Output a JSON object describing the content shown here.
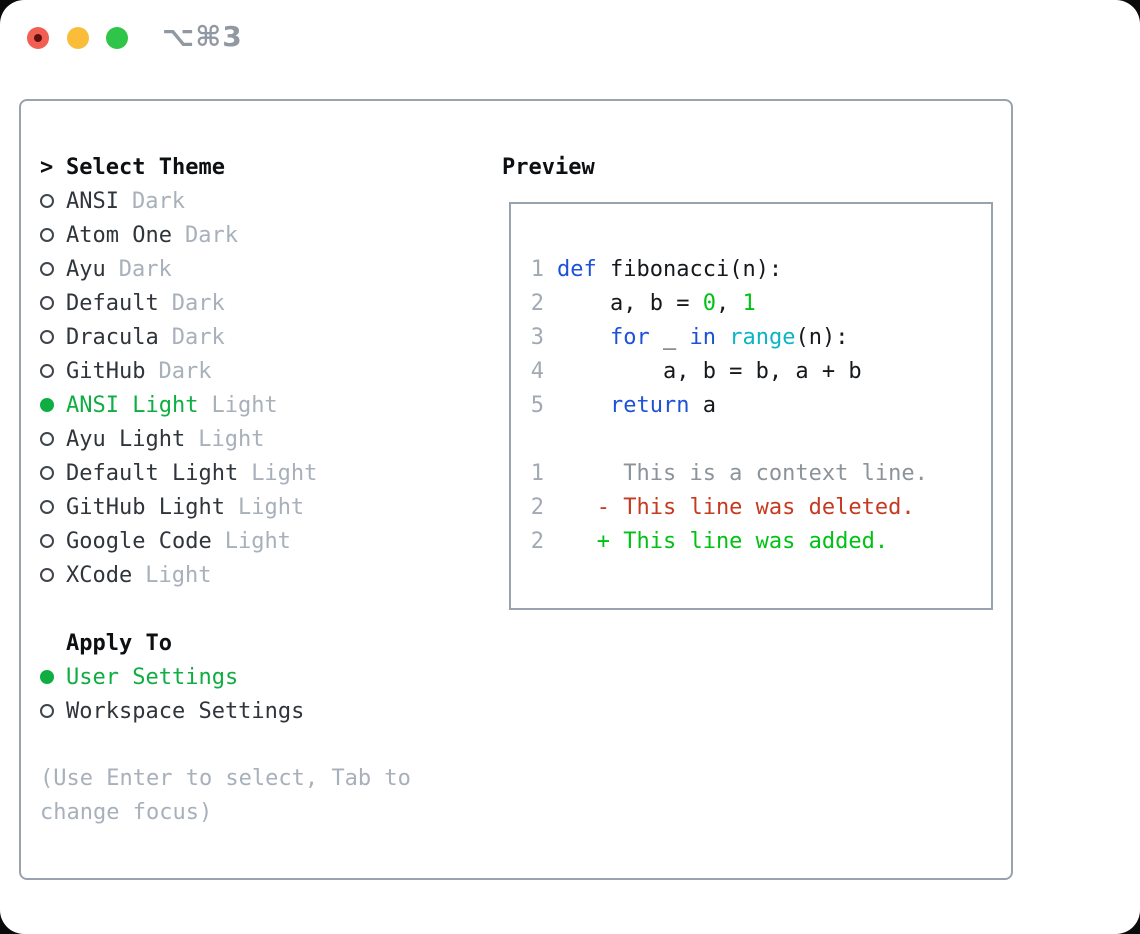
{
  "titlebar": {
    "shortcut": "⌥⌘3"
  },
  "panel": {
    "theme_section": {
      "header_prefix": ">",
      "header": "Select Theme",
      "items": [
        {
          "name": "ANSI",
          "tag": "Dark",
          "selected": false
        },
        {
          "name": "Atom One",
          "tag": "Dark",
          "selected": false
        },
        {
          "name": "Ayu",
          "tag": "Dark",
          "selected": false
        },
        {
          "name": "Default",
          "tag": "Dark",
          "selected": false
        },
        {
          "name": "Dracula",
          "tag": "Dark",
          "selected": false
        },
        {
          "name": "GitHub",
          "tag": "Dark",
          "selected": false
        },
        {
          "name": "ANSI Light",
          "tag": "Light",
          "selected": true
        },
        {
          "name": "Ayu Light",
          "tag": "Light",
          "selected": false
        },
        {
          "name": "Default Light",
          "tag": "Light",
          "selected": false
        },
        {
          "name": "GitHub Light",
          "tag": "Light",
          "selected": false
        },
        {
          "name": "Google Code",
          "tag": "Light",
          "selected": false
        },
        {
          "name": "XCode",
          "tag": "Light",
          "selected": false
        }
      ]
    },
    "apply_section": {
      "header": "Apply To",
      "items": [
        {
          "name": "User Settings",
          "selected": true
        },
        {
          "name": "Workspace Settings",
          "selected": false
        }
      ]
    },
    "hint": "(Use Enter to select, Tab to change focus)"
  },
  "preview": {
    "header": "Preview",
    "lines": [
      {
        "ln": "1",
        "segments": [
          {
            "t": "def",
            "c": "blue"
          },
          {
            "t": " fibonacci(n):",
            "c": "fg"
          }
        ]
      },
      {
        "ln": "2",
        "segments": [
          {
            "t": "    a, b = ",
            "c": "fg"
          },
          {
            "t": "0",
            "c": "green"
          },
          {
            "t": ", ",
            "c": "fg"
          },
          {
            "t": "1",
            "c": "green"
          }
        ]
      },
      {
        "ln": "3",
        "segments": [
          {
            "t": "    ",
            "c": "fg"
          },
          {
            "t": "for",
            "c": "blue"
          },
          {
            "t": " _ ",
            "c": "fg"
          },
          {
            "t": "in",
            "c": "blue"
          },
          {
            "t": " ",
            "c": "fg"
          },
          {
            "t": "range",
            "c": "cyan"
          },
          {
            "t": "(n):",
            "c": "fg"
          }
        ]
      },
      {
        "ln": "4",
        "segments": [
          {
            "t": "        a, b = b, a + b",
            "c": "fg"
          }
        ]
      },
      {
        "ln": "5",
        "segments": [
          {
            "t": "    ",
            "c": "fg"
          },
          {
            "t": "return",
            "c": "blue"
          },
          {
            "t": " a",
            "c": "fg"
          }
        ]
      },
      {
        "ln": "",
        "segments": []
      },
      {
        "ln": "1",
        "segments": [
          {
            "t": "     This is a context line.",
            "c": "muted"
          }
        ]
      },
      {
        "ln": "2",
        "segments": [
          {
            "t": "   - This line was deleted.",
            "c": "red"
          }
        ]
      },
      {
        "ln": "2",
        "segments": [
          {
            "t": "   + This line was added.",
            "c": "green"
          }
        ]
      }
    ]
  },
  "colors": {
    "accent_green": "#0fae42",
    "diff_added_green": "#00c214",
    "diff_removed_red": "#c53a20",
    "keyword_blue": "#1d52d8",
    "builtin_cyan": "#0ab5c6",
    "muted_gray": "#a8b0bb",
    "border_gray": "#99a3ae",
    "traffic_close": "#f15e52",
    "traffic_minimize": "#f9bd3a",
    "traffic_zoom": "#2ec548"
  }
}
